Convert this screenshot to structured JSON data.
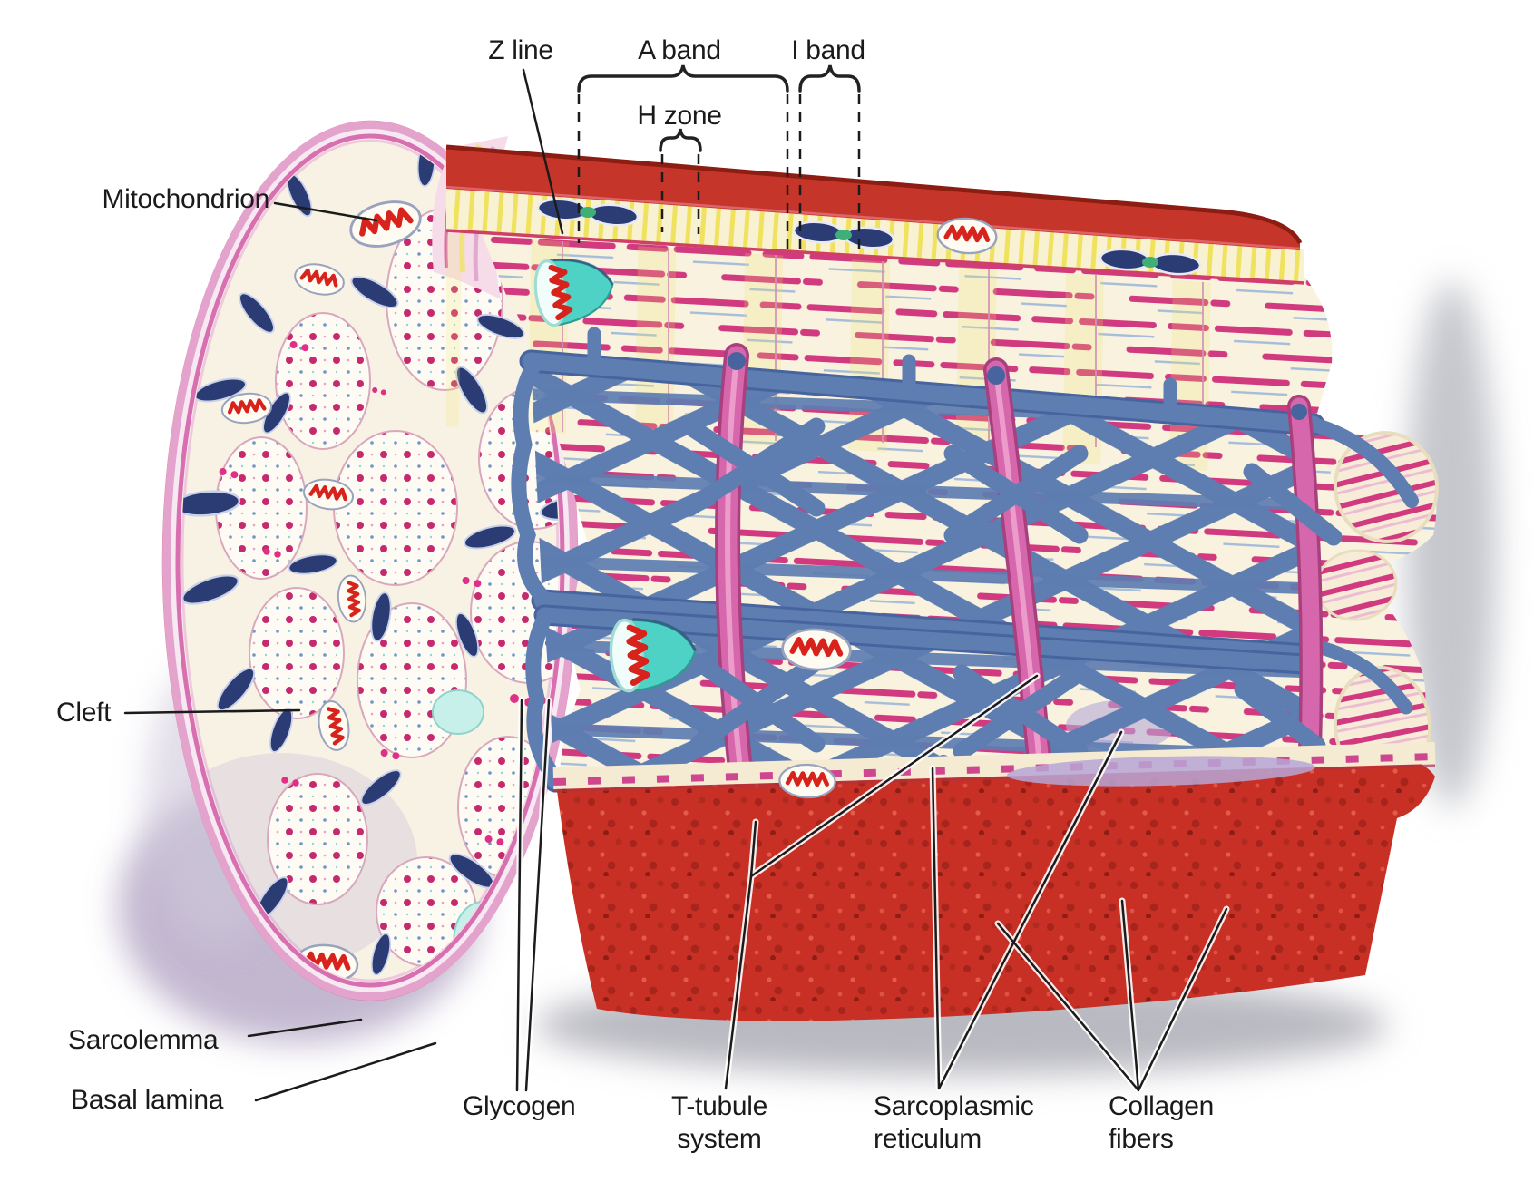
{
  "figure": {
    "labels": {
      "z_line": "Z line",
      "a_band": "A band",
      "h_zone": "H zone",
      "i_band": "I band",
      "mitochondrion": "Mitochondrion",
      "cleft": "Cleft",
      "sarcolemma": "Sarcolemma",
      "basal_lamina": "Basal lamina",
      "glycogen": "Glycogen",
      "t_tubule": {
        "line1": "T-tubule",
        "line2": "system"
      },
      "sarcoplasmic_reticulum": {
        "line1": "Sarcoplasmic",
        "line2": "reticulum"
      },
      "collagen_fibers": {
        "line1": "Collagen",
        "line2": "fibers"
      }
    },
    "palette": {
      "ink": "#1a1a1a",
      "cream": "#f8f2e4",
      "rim_pink": "#e3a3cc",
      "rim_magenta": "#d76fb0",
      "myofibril_dot": "#c6296e",
      "dash_magenta": "#d23a80",
      "red_band": "#c63529",
      "red_wall": "#c83026",
      "yellow_stripe": "#f0e25e",
      "nucleus_navy": "#2b3c74",
      "mito_red": "#d8231c",
      "sr_blue": "#5e7db1",
      "t_tubule_pink": "#d767ac",
      "teal": "#4ed2c6",
      "lavender": "#b7a6d6",
      "shadow_gray": "#b9bac1"
    }
  }
}
